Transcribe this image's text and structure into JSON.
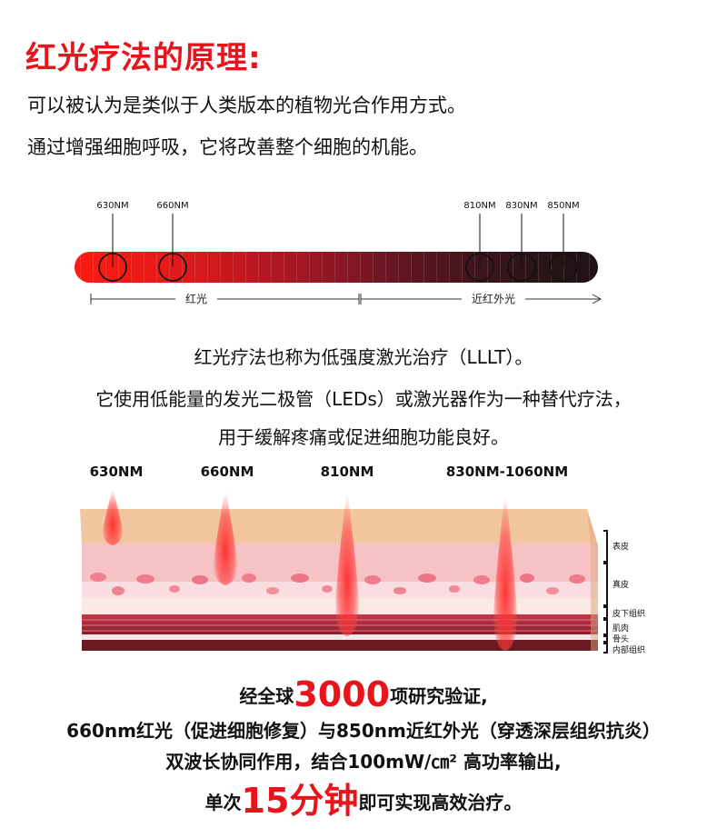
{
  "title": "红光疗法的原理:",
  "intro": [
    "可以被认为是类似于人类版本的植物光合作用方式。",
    "通过增强细胞呼吸，它将改善整个细胞的机能。"
  ],
  "spectrum": {
    "wavelengths": [
      "630NM",
      "660NM",
      "810NM",
      "830NM",
      "850NM"
    ],
    "red_label": "红光",
    "nir_label": "近红外光"
  },
  "description": [
    "红光疗法也称为低强度激光治疗（LLLT）。",
    "它使用低能量的发光二极管（LEDs）或激光器作为一种替代疗法，",
    "用于缓解疼痛或促进细胞功能良好。"
  ],
  "penetration": {
    "beams": [
      "630NM",
      "660NM",
      "810NM",
      "830NM-1060NM"
    ],
    "layers": [
      "表皮",
      "真皮",
      "皮下组织",
      "肌肉",
      "骨头",
      "内部组织"
    ]
  },
  "summary": {
    "line1_pre": "经全球",
    "line1_num": "3000",
    "line1_post": "项研究验证,",
    "line2": "660nm红光（促进细胞修复）与850nm近红外光（穿透深层组织抗炎）",
    "line3": "双波长协同作用，结合100mW/㎝² 高功率输出,",
    "line4_pre": "单次",
    "line4_num": "15分钟",
    "line4_post": "即可实现高效治疗。"
  },
  "colors": {
    "accent": "#e8141b"
  }
}
